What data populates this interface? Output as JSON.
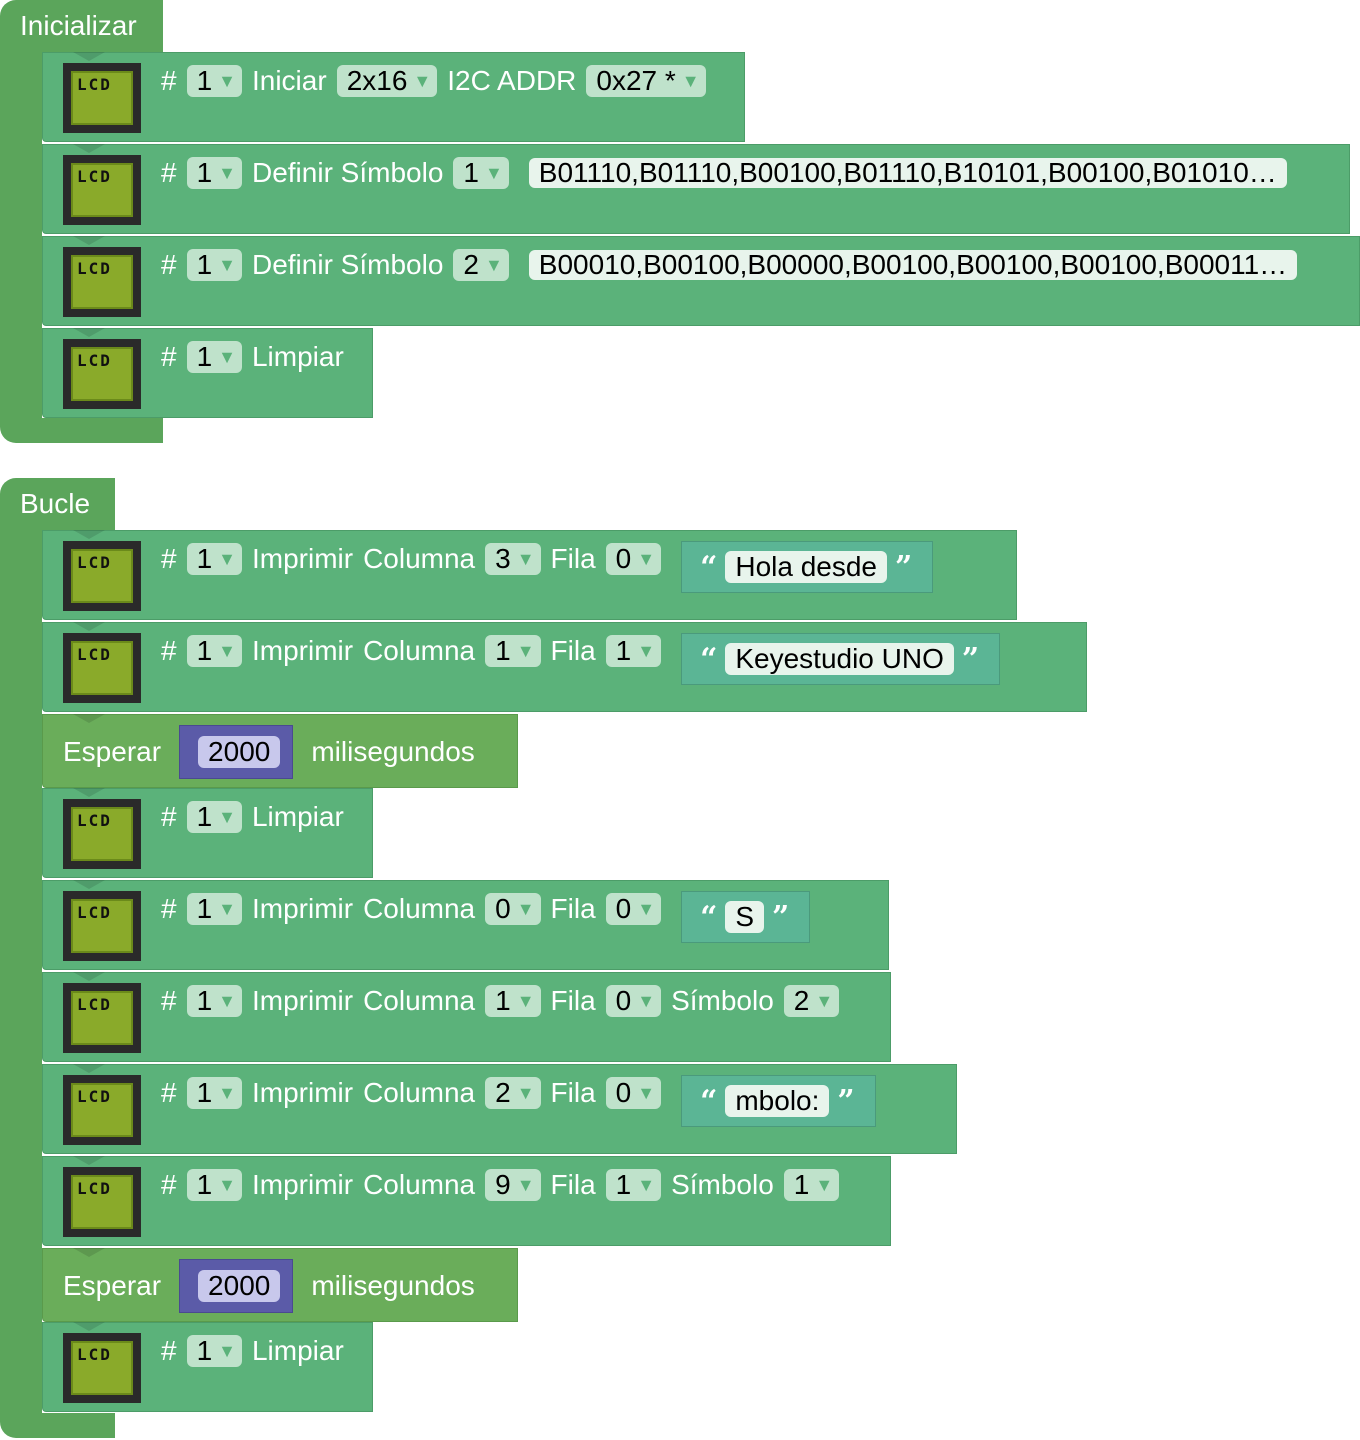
{
  "groups": [
    {
      "label": "Inicializar",
      "rows": [
        {
          "kind": "lcd",
          "parts": [
            [
              "txt",
              "#"
            ],
            [
              "dd",
              "1"
            ],
            [
              "txt",
              "Iniciar"
            ],
            [
              "dd",
              "2x16"
            ],
            [
              "txt",
              "I2C ADDR"
            ],
            [
              "dd",
              "0x27 *"
            ]
          ]
        },
        {
          "kind": "lcd",
          "parts": [
            [
              "txt",
              "#"
            ],
            [
              "dd",
              "1"
            ],
            [
              "txt",
              "Definir Símbolo"
            ],
            [
              "dd",
              "1"
            ],
            [
              "long",
              "B01110,B01110,B00100,B01110,B10101,B00100,B01010…"
            ]
          ]
        },
        {
          "kind": "lcd",
          "parts": [
            [
              "txt",
              "#"
            ],
            [
              "dd",
              "1"
            ],
            [
              "txt",
              "Definir Símbolo"
            ],
            [
              "dd",
              "2"
            ],
            [
              "long",
              "B00010,B00100,B00000,B00100,B00100,B00100,B00011…"
            ]
          ]
        },
        {
          "kind": "lcd",
          "parts": [
            [
              "txt",
              "#"
            ],
            [
              "dd",
              "1"
            ],
            [
              "txt",
              "Limpiar"
            ]
          ]
        }
      ]
    },
    {
      "label": "Bucle",
      "rows": [
        {
          "kind": "lcd",
          "parts": [
            [
              "txt",
              "#"
            ],
            [
              "dd",
              "1"
            ],
            [
              "txt",
              "Imprimir"
            ],
            [
              "txt",
              "Columna"
            ],
            [
              "dd",
              "3"
            ],
            [
              "txt",
              "Fila"
            ],
            [
              "dd",
              "0"
            ],
            [
              "str",
              "Hola desde"
            ]
          ]
        },
        {
          "kind": "lcd",
          "parts": [
            [
              "txt",
              "#"
            ],
            [
              "dd",
              "1"
            ],
            [
              "txt",
              "Imprimir"
            ],
            [
              "txt",
              "Columna"
            ],
            [
              "dd",
              "1"
            ],
            [
              "txt",
              "Fila"
            ],
            [
              "dd",
              "1"
            ],
            [
              "str",
              "Keyestudio UNO"
            ]
          ]
        },
        {
          "kind": "wait",
          "parts": [
            [
              "txt",
              "Esperar"
            ],
            [
              "num",
              "2000"
            ],
            [
              "txt",
              "milisegundos"
            ]
          ]
        },
        {
          "kind": "lcd",
          "parts": [
            [
              "txt",
              "#"
            ],
            [
              "dd",
              "1"
            ],
            [
              "txt",
              "Limpiar"
            ]
          ]
        },
        {
          "kind": "lcd",
          "parts": [
            [
              "txt",
              "#"
            ],
            [
              "dd",
              "1"
            ],
            [
              "txt",
              "Imprimir"
            ],
            [
              "txt",
              "Columna"
            ],
            [
              "dd",
              "0"
            ],
            [
              "txt",
              "Fila"
            ],
            [
              "dd",
              "0"
            ],
            [
              "str",
              "S"
            ]
          ]
        },
        {
          "kind": "lcd",
          "parts": [
            [
              "txt",
              "#"
            ],
            [
              "dd",
              "1"
            ],
            [
              "txt",
              "Imprimir"
            ],
            [
              "txt",
              "Columna"
            ],
            [
              "dd",
              "1"
            ],
            [
              "txt",
              "Fila"
            ],
            [
              "dd",
              "0"
            ],
            [
              "txt",
              "Símbolo"
            ],
            [
              "dd",
              "2"
            ]
          ]
        },
        {
          "kind": "lcd",
          "parts": [
            [
              "txt",
              "#"
            ],
            [
              "dd",
              "1"
            ],
            [
              "txt",
              "Imprimir"
            ],
            [
              "txt",
              "Columna"
            ],
            [
              "dd",
              "2"
            ],
            [
              "txt",
              "Fila"
            ],
            [
              "dd",
              "0"
            ],
            [
              "str",
              "mbolo:"
            ]
          ]
        },
        {
          "kind": "lcd",
          "parts": [
            [
              "txt",
              "#"
            ],
            [
              "dd",
              "1"
            ],
            [
              "txt",
              "Imprimir"
            ],
            [
              "txt",
              "Columna"
            ],
            [
              "dd",
              "9"
            ],
            [
              "txt",
              "Fila"
            ],
            [
              "dd",
              "1"
            ],
            [
              "txt",
              "Símbolo"
            ],
            [
              "dd",
              "1"
            ]
          ]
        },
        {
          "kind": "wait",
          "parts": [
            [
              "txt",
              "Esperar"
            ],
            [
              "num",
              "2000"
            ],
            [
              "txt",
              "milisegundos"
            ]
          ]
        },
        {
          "kind": "lcd",
          "parts": [
            [
              "txt",
              "#"
            ],
            [
              "dd",
              "1"
            ],
            [
              "txt",
              "Limpiar"
            ]
          ]
        }
      ]
    }
  ],
  "lcd_icon_text": "LCD",
  "quote_open": "“",
  "quote_close": "”"
}
